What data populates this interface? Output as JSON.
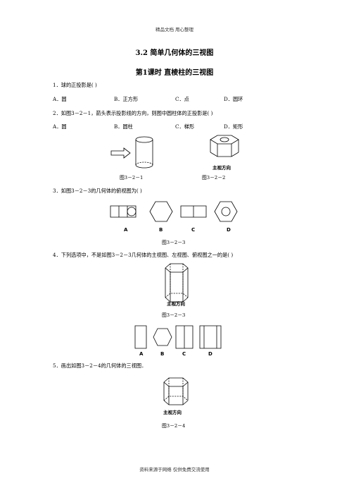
{
  "header": "精品文档 用心整理",
  "footer": "资料来源于网络 仅供免费交流使用",
  "title": "3.2   简单几何体的三视图",
  "subtitle": "第1课时   直棱柱的三视图",
  "q1": {
    "stem": "1．球的正投影是(        )",
    "options": [
      "A．圆",
      "B．正方形",
      "C．点",
      "D．圆环"
    ]
  },
  "q2": {
    "stem": "2．如图3－2－1，箭头表示投影线的方向，则图中圆柱体的正投影是(        )",
    "options": [
      "A．圆",
      "B．圆柱",
      "C．梯形",
      "D．矩形"
    ],
    "caption1": "图3－2－1",
    "caption2": "图3－2－2",
    "view_label": "主视方向"
  },
  "q3": {
    "stem": "3．如图3－2－3的几何体的俯视图为(        )",
    "labels": [
      "A",
      "B",
      "C",
      "D"
    ],
    "caption": "图3－2－3"
  },
  "q4": {
    "stem": "4．下列选项中，不是如图3－2－3几何体的主视图、左视图、俯视图之一的是(        )",
    "view_label": "主视方向",
    "caption": "图3－2－3",
    "labels": [
      "A",
      "B",
      "C",
      "D"
    ]
  },
  "q5": {
    "stem": "5．画出如图3－2－4的几何体的三视图．",
    "view_label": "主视方向",
    "caption": "图3－2－4"
  }
}
